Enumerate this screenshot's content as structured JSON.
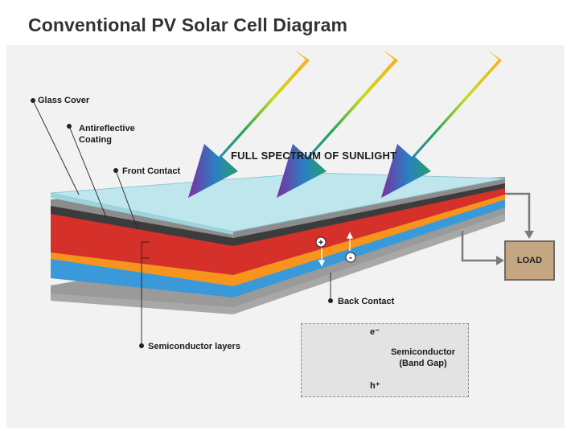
{
  "title": "Conventional PV Solar Cell Diagram",
  "sunlight_label": "FULL SPECTRUM OF SUNLIGHT",
  "labels": {
    "glass_cover": "Glass Cover",
    "antireflective_line1": "Antireflective",
    "antireflective_line2": "Coating",
    "front_contact": "Front Contact",
    "back_contact": "Back Contact",
    "semiconductor_layers": "Semiconductor layers",
    "load": "LOAD"
  },
  "band_gap": {
    "title_line1": "Semiconductor",
    "title_line2": "(Band Gap)",
    "electron": "e⁻",
    "hole": "h⁺"
  },
  "charges": {
    "positive": "+",
    "negative": "-"
  },
  "colors": {
    "glass": "#bfe6ec",
    "dark_layer": "#3c3c3c",
    "red_layer": "#d5302a",
    "orange_layer": "#f7941d",
    "blue_layer": "#3a9ad9",
    "gray_layer": "#9a9a9a",
    "load_box": "#c4a782"
  }
}
